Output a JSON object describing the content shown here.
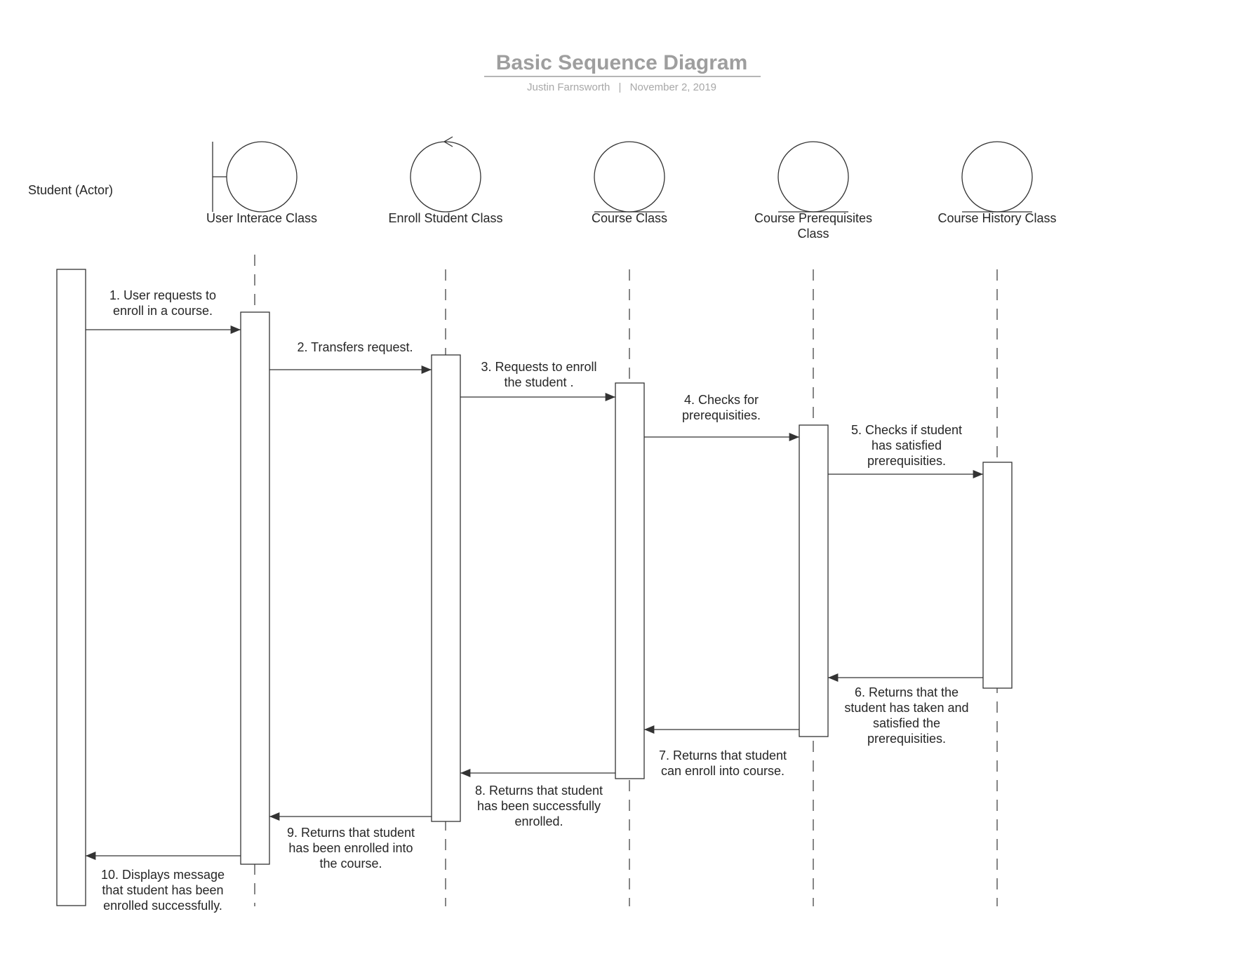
{
  "header": {
    "title": "Basic Sequence Diagram",
    "author": "Justin Farnsworth",
    "separator": "|",
    "date": "November 2, 2019"
  },
  "actor": {
    "label": "Student (Actor)"
  },
  "participants": [
    {
      "id": "ui",
      "type": "boundary",
      "label_lines": [
        "User Interace Class"
      ]
    },
    {
      "id": "enroll",
      "type": "control",
      "label_lines": [
        "Enroll Student Class"
      ]
    },
    {
      "id": "course",
      "type": "entity",
      "label_lines": [
        "Course Class"
      ]
    },
    {
      "id": "prereq",
      "type": "entity",
      "label_lines": [
        "Course Prerequisites",
        "Class"
      ]
    },
    {
      "id": "history",
      "type": "entity",
      "label_lines": [
        "Course History Class"
      ]
    }
  ],
  "messages": [
    {
      "from": "actor",
      "to": "ui",
      "kind": "call",
      "text_lines": [
        "1. User requests to",
        "enroll in a course."
      ]
    },
    {
      "from": "ui",
      "to": "enroll",
      "kind": "call",
      "text_lines": [
        "2. Transfers request."
      ]
    },
    {
      "from": "enroll",
      "to": "course",
      "kind": "call",
      "text_lines": [
        "3. Requests to enroll",
        "the student ."
      ]
    },
    {
      "from": "course",
      "to": "prereq",
      "kind": "call",
      "text_lines": [
        "4. Checks for",
        "prerequisities."
      ]
    },
    {
      "from": "prereq",
      "to": "history",
      "kind": "call",
      "text_lines": [
        "5. Checks if student",
        "has satisfied",
        "prerequisities."
      ]
    },
    {
      "from": "history",
      "to": "prereq",
      "kind": "return",
      "text_lines": [
        "6. Returns that the",
        "student has taken and",
        "satisfied the",
        "prerequisities."
      ]
    },
    {
      "from": "prereq",
      "to": "course",
      "kind": "return",
      "text_lines": [
        "7. Returns that student",
        "can enroll into course."
      ]
    },
    {
      "from": "course",
      "to": "enroll",
      "kind": "return",
      "text_lines": [
        "8. Returns that student",
        "has been successfully",
        "enrolled."
      ]
    },
    {
      "from": "enroll",
      "to": "ui",
      "kind": "return",
      "text_lines": [
        "9. Returns that student",
        "has been enrolled into",
        "the course."
      ]
    },
    {
      "from": "ui",
      "to": "actor",
      "kind": "return",
      "text_lines": [
        "10. Displays message",
        "that student has been",
        "enrolled successfully."
      ]
    }
  ]
}
